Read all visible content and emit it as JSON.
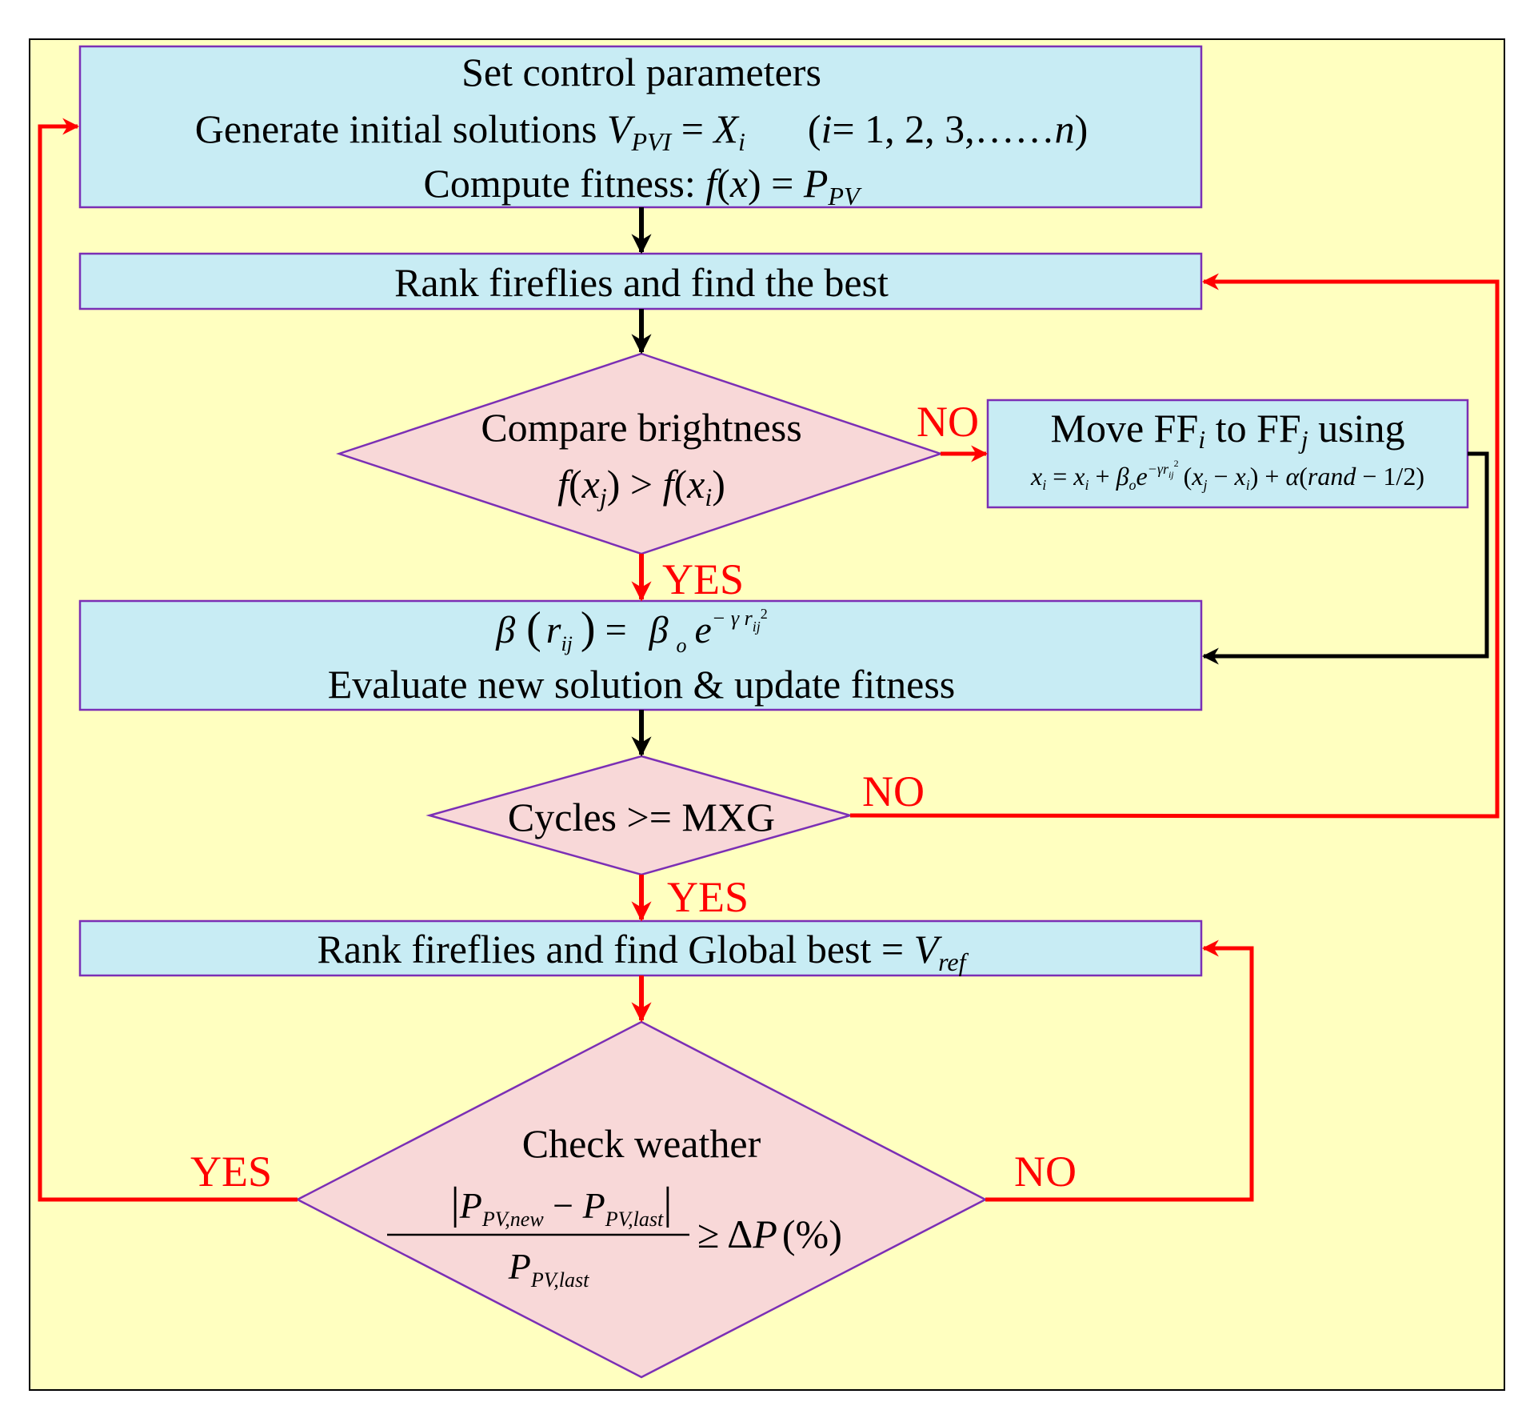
{
  "colors": {
    "panel": "#ffffc0",
    "box": "#c8ecf4",
    "diamond": "#f8d8d8",
    "shape_border": "#7b2fb5",
    "flow_black": "#000000",
    "flow_red": "#ff0000"
  },
  "box_init": {
    "line1": "Set control parameters",
    "line2_prefix": "Generate initial solutions ",
    "v_sym": "V",
    "v_sub": "PVI",
    "eq": " = ",
    "x_sym": "X",
    "x_sub": "i",
    "idx_open": "(",
    "idx_i": "i",
    "idx_values": "= 1, 2, 3,……",
    "idx_n": "n",
    "idx_close": ")",
    "line3_prefix": "Compute fitness: ",
    "fx_f": "f",
    "fx_open": "(",
    "fx_x": "x",
    "fx_close": ") = ",
    "p_sym": "P",
    "p_sub": "PV"
  },
  "box_rank": {
    "label": "Rank fireflies and find the best"
  },
  "diamond_compare": {
    "line1": "Compare brightness",
    "f1": "f",
    "open1": "(",
    "x1": "x",
    "sub1": "j",
    "close1": ")",
    "gt": " > ",
    "f2": "f",
    "open2": "(",
    "x2": "x",
    "sub2": "i",
    "close2": ")"
  },
  "box_move": {
    "prefix": "Move FF",
    "sub_i": "i",
    "middle": " to FF",
    "sub_j": "j",
    "suffix": " using",
    "formula": {
      "xi": "x",
      "xi_sub": "i",
      "eq": " = ",
      "xi2": "x",
      "xi2_sub": "i",
      "plus": " + ",
      "beta": "β",
      "beta_sub": "o",
      "e": "e",
      "exp": "−γr",
      "exp_sub": "ij",
      "exp_sup": "2",
      "open": "(",
      "xj": "x",
      "xj_sub": "j",
      "minus": " − ",
      "xi3": "x",
      "xi3_sub": "i",
      "close": ")",
      "plus2": " + ",
      "alpha": "α",
      "open2": "(",
      "rand": "rand",
      "rest": " − 1/2",
      "close2": ")"
    }
  },
  "box_evaluate": {
    "beta": "β",
    "open": "(",
    "r": "r",
    "r_sub": "ij",
    "close": ")",
    "eq": " = ",
    "beta0": "β",
    "beta0_sub": "o",
    "e": "e",
    "exp": "− γ r",
    "exp_sub": "ij",
    "exp_sup": "2",
    "line2": "Evaluate new solution & update fitness"
  },
  "diamond_cycles": {
    "label": "Cycles >= MXG"
  },
  "box_global": {
    "prefix": "Rank fireflies and find Global best = ",
    "v_sym": "V",
    "v_sub": "ref"
  },
  "diamond_weather": {
    "line1": "Check weather",
    "num_bar_left": "|",
    "num_p1": "P",
    "num_sub1": "PV,new",
    "num_minus": " − ",
    "num_p2": "P",
    "num_sub2": "PV,last",
    "num_bar_right": "|",
    "den_p": "P",
    "den_sub": "PV,last",
    "rhs_ge": "≥ Δ",
    "rhs_p": "P",
    "rhs_paren": "(%)"
  },
  "labels": {
    "no_compare": "NO",
    "yes_compare": "YES",
    "no_cycles": "NO",
    "yes_cycles": "YES",
    "yes_weather": "YES",
    "no_weather": "NO"
  }
}
